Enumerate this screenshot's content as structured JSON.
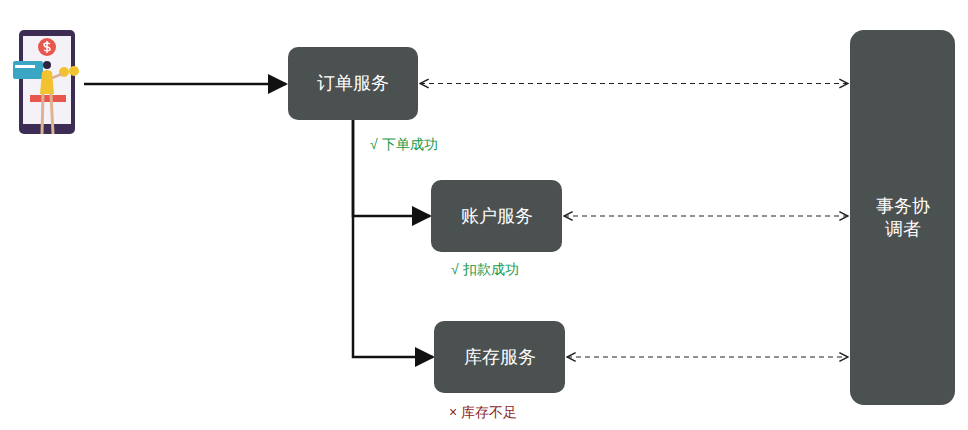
{
  "diagram": {
    "nodes": [
      {
        "text": [
          "订单服务"
        ]
      },
      {
        "text": [
          "账户服务"
        ]
      },
      {
        "text": [
          "库存服务"
        ]
      },
      {
        "text": [
          "事务协调者"
        ]
      }
    ],
    "edges": [
      {
        "from": 0,
        "to": 1,
        "arrow": "to"
      },
      {
        "from": 0,
        "to": 2,
        "arrow": "to"
      },
      {
        "from": 0,
        "to": 3,
        "arrow": "both"
      },
      {
        "from": 1,
        "to": 3,
        "arrow": "both"
      },
      {
        "from": 2,
        "to": 3,
        "arrow": "both"
      }
    ],
    "labels": [
      "√ 下单成功",
      "√ 扣款成功",
      "× 库存不足"
    ]
  }
}
